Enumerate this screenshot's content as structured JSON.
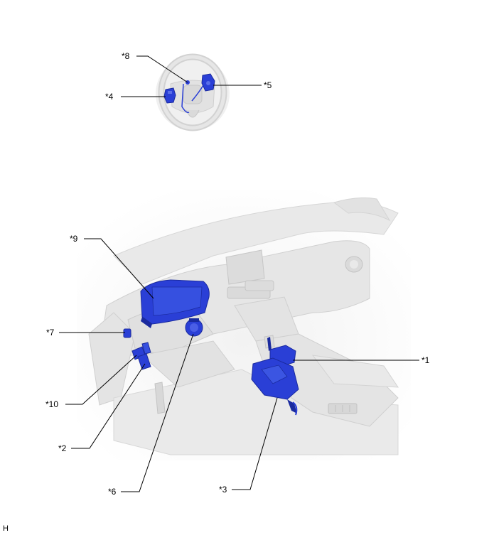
{
  "callouts": {
    "c1": "*1",
    "c2": "*2",
    "c3": "*3",
    "c4": "*4",
    "c5": "*5",
    "c6": "*6",
    "c7": "*7",
    "c8": "*8",
    "c9": "*9",
    "c10": "*10"
  },
  "corner_code": "H",
  "colors": {
    "component": "#2a3fd6",
    "component_dark": "#1a2a9e",
    "vehicle": "#e8e8e8",
    "vehicle_edge": "#cfcfcf",
    "leader": "#000000"
  }
}
